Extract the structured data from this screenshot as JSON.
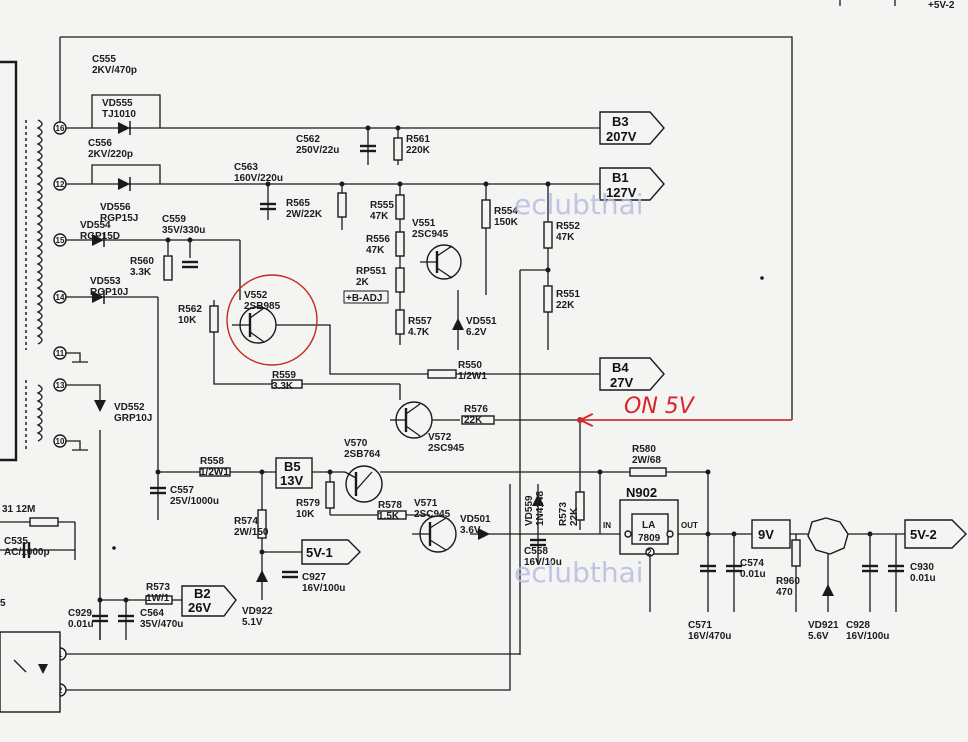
{
  "watermarks": [
    "eclubthai",
    "eclubthai"
  ],
  "annotation": {
    "text": "ON 5V",
    "color": "#d8252a"
  },
  "circle_color": "#c22a2a",
  "output_tags": [
    {
      "id": "b3",
      "line1": "B3",
      "line2": "207V"
    },
    {
      "id": "b1",
      "line1": "B1",
      "line2": "127V"
    },
    {
      "id": "b4",
      "line1": "B4",
      "line2": "27V"
    },
    {
      "id": "b5",
      "line1": "B5",
      "line2": "13V"
    },
    {
      "id": "v5-1",
      "line1": "5V-1",
      "line2": ""
    },
    {
      "id": "b2",
      "line1": "B2",
      "line2": "26V"
    },
    {
      "id": "v9",
      "line1": "9V",
      "line2": ""
    },
    {
      "id": "v5-2",
      "line1": "5V-2",
      "line2": ""
    }
  ],
  "regulator": {
    "name": "N902",
    "type": "LA",
    "part": "7809",
    "pin_in": "IN",
    "pin_out": "OUT",
    "pin_gnd": "2"
  },
  "pins": [
    "16",
    "12",
    "15",
    "14",
    "11",
    "13",
    "10",
    "1",
    "2"
  ],
  "labels": [
    {
      "id": "c555",
      "lines": [
        "C555",
        "2KV/470p"
      ]
    },
    {
      "id": "vd555",
      "lines": [
        "VD555",
        "TJ1010"
      ]
    },
    {
      "id": "c556",
      "lines": [
        "C556",
        "2KV/220p"
      ]
    },
    {
      "id": "vd556",
      "lines": [
        "VD556",
        "RGP15J"
      ]
    },
    {
      "id": "c562",
      "lines": [
        "C562",
        "250V/22u"
      ]
    },
    {
      "id": "r561",
      "lines": [
        "R561",
        "220K"
      ]
    },
    {
      "id": "c563",
      "lines": [
        "C563",
        "160V/220u"
      ]
    },
    {
      "id": "r565",
      "lines": [
        "R565",
        "2W/22K"
      ]
    },
    {
      "id": "r555",
      "lines": [
        "R555",
        "47K"
      ]
    },
    {
      "id": "r556",
      "lines": [
        "R556",
        "47K"
      ]
    },
    {
      "id": "v551",
      "lines": [
        "V551",
        "2SC945"
      ]
    },
    {
      "id": "r554",
      "lines": [
        "R554",
        "150K"
      ]
    },
    {
      "id": "r552",
      "lines": [
        "R552",
        "47K"
      ]
    },
    {
      "id": "vd554",
      "lines": [
        "VD554",
        "RGP15D"
      ]
    },
    {
      "id": "c559",
      "lines": [
        "C559",
        "35V/330u"
      ]
    },
    {
      "id": "r560",
      "lines": [
        "R560",
        "3.3K"
      ]
    },
    {
      "id": "rp551",
      "lines": [
        "RP551",
        "2K"
      ]
    },
    {
      "id": "badj",
      "lines": [
        "+B-ADJ"
      ]
    },
    {
      "id": "r551",
      "lines": [
        "R551",
        "22K"
      ]
    },
    {
      "id": "vd553",
      "lines": [
        "VD553",
        "RGP10J"
      ]
    },
    {
      "id": "v552",
      "lines": [
        "V552",
        "2SB985"
      ]
    },
    {
      "id": "r562",
      "lines": [
        "R562",
        "10K"
      ]
    },
    {
      "id": "r557",
      "lines": [
        "R557",
        "4.7K"
      ]
    },
    {
      "id": "vd551",
      "lines": [
        "VD551",
        "6.2V"
      ]
    },
    {
      "id": "r550",
      "lines": [
        "R550",
        "1/2W1"
      ]
    },
    {
      "id": "r559",
      "lines": [
        "R559",
        "3.3K"
      ]
    },
    {
      "id": "vd552",
      "lines": [
        "VD552",
        "GRP10J"
      ]
    },
    {
      "id": "r576",
      "lines": [
        "R576",
        "22K"
      ]
    },
    {
      "id": "v572",
      "lines": [
        "V572",
        "2SC945"
      ]
    },
    {
      "id": "v570",
      "lines": [
        "V570",
        "2SB764"
      ]
    },
    {
      "id": "r558",
      "lines": [
        "R558",
        "1/2W1"
      ]
    },
    {
      "id": "r580",
      "lines": [
        "R580",
        "2W/68"
      ]
    },
    {
      "id": "c557",
      "lines": [
        "C557",
        "25V/1000u"
      ]
    },
    {
      "id": "r579",
      "lines": [
        "R579",
        "10K"
      ]
    },
    {
      "id": "r578",
      "lines": [
        "R578",
        "1.5K"
      ]
    },
    {
      "id": "v571",
      "lines": [
        "V571",
        "2SC945"
      ]
    },
    {
      "id": "vd559",
      "lines": [
        "VD559",
        "1N4148"
      ]
    },
    {
      "id": "r573b",
      "lines": [
        "R573",
        "22K"
      ]
    },
    {
      "id": "vd501",
      "lines": [
        "VD501",
        "3.6V"
      ]
    },
    {
      "id": "r574",
      "lines": [
        "R574",
        "2W/150"
      ]
    },
    {
      "id": "c558",
      "lines": [
        "C558",
        "16V/10u"
      ]
    },
    {
      "id": "c574",
      "lines": [
        "C574",
        "0.01u"
      ]
    },
    {
      "id": "c535",
      "lines": [
        "C535",
        "AC/1000p"
      ]
    },
    {
      "id": "r531",
      "lines": [
        "31 12M"
      ]
    },
    {
      "id": "c927",
      "lines": [
        "C927",
        "16V/100u"
      ]
    },
    {
      "id": "r573",
      "lines": [
        "R573",
        "1W/1"
      ]
    },
    {
      "id": "c929",
      "lines": [
        "C929",
        "0.01u"
      ]
    },
    {
      "id": "c564",
      "lines": [
        "C564",
        "35V/470u"
      ]
    },
    {
      "id": "vd922",
      "lines": [
        "VD922",
        "5.1V"
      ]
    },
    {
      "id": "c571",
      "lines": [
        "C571",
        "16V/470u"
      ]
    },
    {
      "id": "r960",
      "lines": [
        "R960",
        "470"
      ]
    },
    {
      "id": "vd921",
      "lines": [
        "VD921",
        "5.6V"
      ]
    },
    {
      "id": "c928",
      "lines": [
        "C928",
        "16V/100u"
      ]
    },
    {
      "id": "c930",
      "lines": [
        "C930",
        "0.01u"
      ]
    },
    {
      "id": "topcorner",
      "lines": [
        "+5V-2"
      ]
    },
    {
      "id": "five",
      "lines": [
        "5"
      ]
    }
  ]
}
